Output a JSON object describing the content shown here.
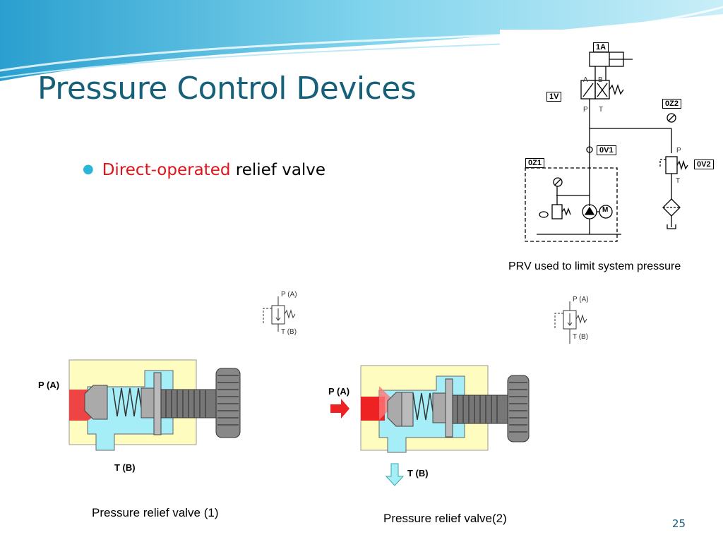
{
  "slide": {
    "title": "Pressure Control Devices",
    "bullet": {
      "highlight": "Direct-operated",
      "rest": " relief valve"
    },
    "page_number": "25",
    "accent_color": "#17607a",
    "highlight_color": "#e0131a"
  },
  "circuit": {
    "caption": "PRV used to limit system pressure",
    "tags": {
      "cylinder": "1A",
      "dcv": "1V",
      "gauge": "0Z2",
      "check": "0V1",
      "prv": "0V2",
      "power_unit": "0Z1"
    },
    "ports": {
      "a": "A",
      "b": "B",
      "p": "P",
      "t": "T",
      "prv_p": "P",
      "prv_t": "T"
    },
    "motor": "M"
  },
  "valve1": {
    "caption": "Pressure relief valve (1)",
    "port_p": "P (A)",
    "port_t": "T (B)",
    "symbol_p": "P (A)",
    "symbol_t": "T (B)"
  },
  "valve2": {
    "caption": "Pressure relief valve",
    "caption_num": "(2)",
    "port_p": "P (A)",
    "port_t": "T (B)",
    "symbol_p": "P (A)",
    "symbol_t": "T (B)"
  }
}
